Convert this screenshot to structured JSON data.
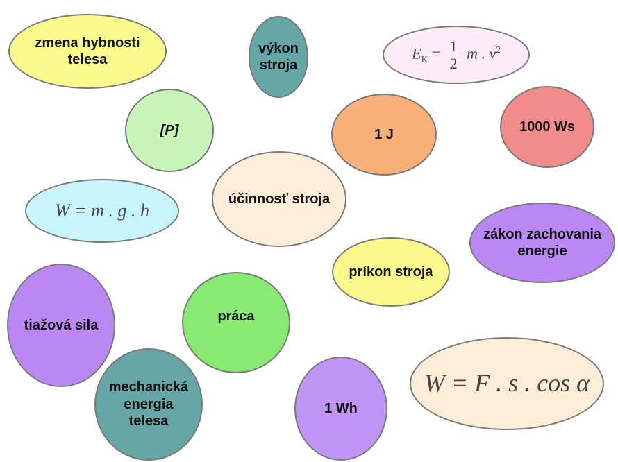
{
  "bubbles": [
    {
      "id": "zmena-hybnosti",
      "lines": [
        "zmena hybnosti",
        "telesa"
      ],
      "color": "#fafa8c"
    },
    {
      "id": "vykon-stroja",
      "lines": [
        "výkon",
        "stroja"
      ],
      "color": "#66a6a6"
    },
    {
      "id": "kineticka-energia",
      "color": "#fcecf8",
      "formula": {
        "lhs": "E",
        "lhs_sub": "K",
        "eq": "=",
        "frac_num": "1",
        "frac_den": "2",
        "rhs": "m . v",
        "rhs_sup": "2"
      }
    },
    {
      "id": "jednotka-vykonu",
      "lines": [
        "[P]"
      ],
      "color": "#c8f4b8"
    },
    {
      "id": "joule",
      "lines": [
        "1 J"
      ],
      "color": "#f8b078"
    },
    {
      "id": "watt-sekundy",
      "lines": [
        "1000 Ws"
      ],
      "color": "#f28c8c"
    },
    {
      "id": "ucinnost-stroja",
      "lines": [
        "účinnosť stroja"
      ],
      "color": "#fcecd8"
    },
    {
      "id": "potencialna-energia",
      "color": "#c8f4fc",
      "formula": {
        "text": "W = m . g . h"
      }
    },
    {
      "id": "zakon-zachovania",
      "lines": [
        "zákon zachovania",
        "energie"
      ],
      "color": "#ba88f2"
    },
    {
      "id": "prikon-stroja",
      "lines": [
        "príkon stroja"
      ],
      "color": "#fafa8c"
    },
    {
      "id": "tiazova-sila",
      "lines": [
        "tiažová sila"
      ],
      "color": "#ba88f2"
    },
    {
      "id": "praca",
      "lines": [
        "práca"
      ],
      "color": "#88ea72"
    },
    {
      "id": "mechanicka-energia",
      "lines": [
        "mechanická",
        "energia",
        "telesa"
      ],
      "color": "#66a6a6"
    },
    {
      "id": "watthodina",
      "lines": [
        "1 Wh"
      ],
      "color": "#c094f6"
    },
    {
      "id": "praca-vzorec",
      "color": "#fcecd8",
      "formula": {
        "text": "W = F . s . cos α"
      }
    }
  ]
}
